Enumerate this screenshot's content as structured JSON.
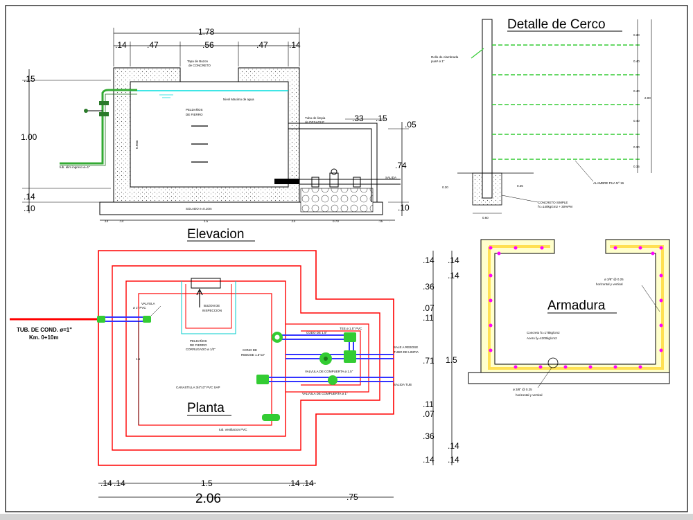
{
  "titles": {
    "elevacion": "Elevacion",
    "planta": "Planta",
    "detalle_cerco": "Detalle de Cerco",
    "armadura": "Armadura"
  },
  "elevacion": {
    "top_total": "1.78",
    "top_parts": [
      ".14",
      ".47",
      ".56",
      ".47",
      ".14"
    ],
    "left_dims": [
      ".15",
      "1.00",
      ".14",
      ".10"
    ],
    "right_dims": [
      ".05",
      ".74",
      ".10"
    ],
    "pipe_top_dims": [
      ".33",
      ".15"
    ],
    "bottom_dims": [
      ".14",
      ".14",
      "1.5",
      ".14",
      "0.70",
      ".15",
      "."
    ],
    "inner_height": "0.96m",
    "labels": {
      "tapa": "Tapa de Buzon",
      "tapa2": "de CONCRETO",
      "nivel": "Nivel Maximo de agua",
      "peldanos": "PELDAÑOS",
      "peldanos2": "DE FIERRO",
      "tubo_rebose": "Tubo de limpia",
      "tubo_rebose2": "de DESAGUE",
      "salida": "SALIDA",
      "entrada": "tub. alim ingreso ø=1\"",
      "solado": "SOLADO e=0.10m"
    }
  },
  "planta": {
    "left_label_1": "TUB. DE COND. ø=1\"",
    "left_label_2": "Km. 0+10m",
    "bottom_dims": [
      ".14",
      ".14",
      "1.5",
      ".14",
      ".14"
    ],
    "bottom_total": "2.06",
    "bottom_right": ".75",
    "left_inner_dim": "1.5",
    "right_dims_a": [
      ".14",
      ".36",
      ".07",
      ".11",
      ".71",
      ".11",
      ".07",
      ".36",
      ".14"
    ],
    "right_dims_b": [
      ".14",
      ".14",
      "1.5",
      ".14",
      ".14"
    ],
    "labels": {
      "valvula": "VALVULA",
      "valvula2": "ø 1\" PVC",
      "buzon": "BUZON DE",
      "buzon2": "INSPECCION",
      "peldanos": "PELDAÑOS",
      "peldanos2": "DE FIERRO",
      "peldanos3": "CORRUGADO ø 1/2\"",
      "cono": "CONO DE",
      "cono2": "REBOSE 1.5\"x3\"",
      "codo": "CODO DE 1.5\"",
      "tee": "TEE ø 1.5\" PVC",
      "sale_rebose": "SALE A REBOSE",
      "tubo_limpia": "TUBO DE LIMPIA",
      "valv_comp1": "VALVULA DE COMPUERTA ø 1.5\"",
      "canastilla": "CANASTILLA 3/4\"x3\" PVC SAP",
      "valv_comp2": "VALVULA DE COMPUERTA ø 1\"",
      "salida_tub": "SALIDA TUB",
      "tub_ventilacion": "tub. ventilacion PVC"
    }
  },
  "cerco": {
    "right_dims": [
      "0.30",
      "0.40",
      "0.40",
      "0.40",
      "0.30",
      "0.15"
    ],
    "height_total": "2.00",
    "foot_dims": [
      "0.30",
      "0.25",
      "0.60"
    ],
    "labels": {
      "rollo": "Rollo de Alambrada",
      "rollo2": "pua# ø 1\"",
      "alambre": "ALAMBRE PUA Nº 16",
      "concreto": "CONCRETO SIMPLE",
      "concreto2": "f'c=140kg/cm2 + 30%PM"
    }
  },
  "armadura": {
    "label_top": "ø 3/8\" @ 0.25",
    "label_top2": "horizontal y vertical",
    "concreto": "Concreto fc=175kg/cm2",
    "acero": "Acero fy=4200kg/cm2",
    "label_bottom": "ø 3/8\" @ 0.25",
    "label_bottom2": "horizontal y vertical"
  },
  "colors": {
    "structure": "#ff0000",
    "pipe": "#3333ff",
    "fitting": "#33cc33",
    "water": "#00ffff",
    "rebar": "#ff00ff",
    "wire": "#33cc33",
    "fill": "#ffff99"
  }
}
